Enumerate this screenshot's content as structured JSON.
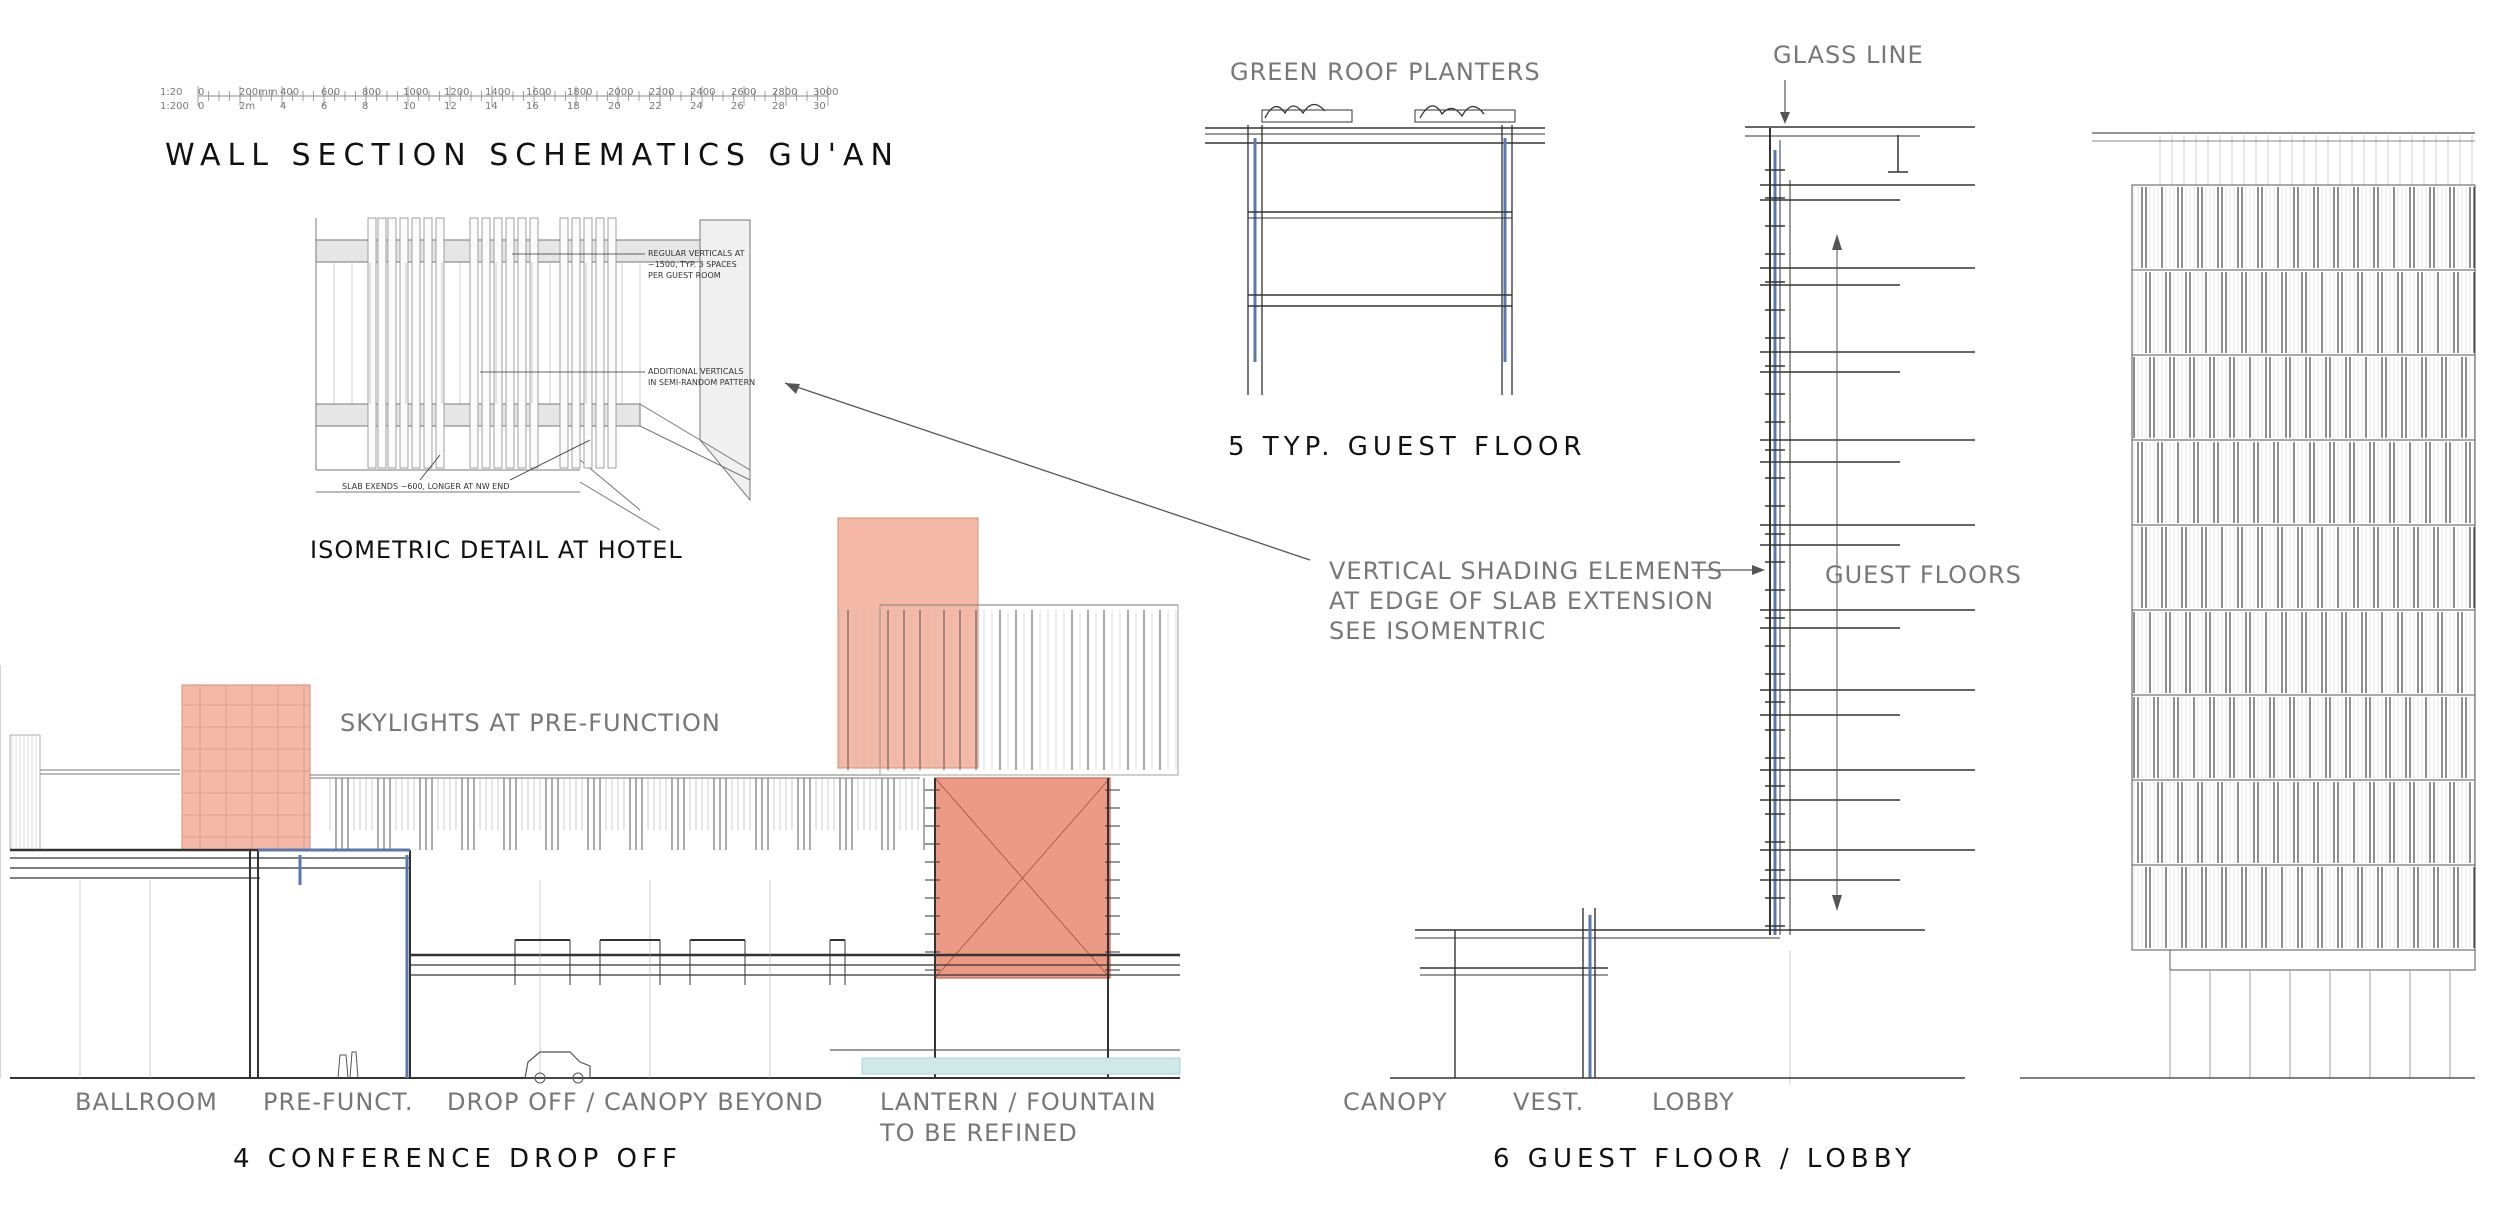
{
  "sheet": {
    "title": "WALL SECTION SCHEMATICS GU'AN",
    "scale_bar": {
      "label_120": "1:20",
      "label_1200": "1:200",
      "ticks_top": [
        "0",
        "200mm",
        "400",
        "600",
        "800",
        "1000",
        "1200",
        "1400",
        "1600",
        "1800",
        "2000",
        "2200",
        "2400",
        "2600",
        "2800",
        "3000"
      ],
      "ticks_bottom": [
        "0",
        "2m",
        "4",
        "6",
        "8",
        "10",
        "12",
        "14",
        "16",
        "18",
        "20",
        "22",
        "24",
        "26",
        "28",
        "30"
      ]
    }
  },
  "isometric": {
    "title": "ISOMETRIC DETAIL AT HOTEL",
    "note_regular": "REGULAR VERTICALS AT\n~1500, TYP. 3 SPACES\nPER GUEST ROOM",
    "note_additional": "ADDITIONAL VERTICALS\nIN SEMI-RANDOM PATTERN",
    "note_slab": "SLAB EXENDS ~600, LONGER AT NW END"
  },
  "section4": {
    "title": "4  CONFERENCE DROP OFF",
    "skylights": "SKYLIGHTS AT PRE-FUNCTION",
    "ballroom": "BALLROOM",
    "prefunct": "PRE-FUNCT.",
    "dropoff": "DROP OFF / CANOPY BEYOND",
    "lantern": "LANTERN / FOUNTAIN\nTO BE REFINED"
  },
  "section5": {
    "title": "5  TYP.  GUEST FLOOR",
    "green_roof": "GREEN ROOF PLANTERS"
  },
  "section6": {
    "title": "6  GUEST FLOOR / LOBBY",
    "glass_line": "GLASS LINE",
    "vertical_shading": "VERTICAL SHADING ELEMENTS\nAT EDGE OF SLAB EXTENSION\nSEE ISOMENTRIC",
    "guest_floors": "GUEST FLOORS",
    "canopy": "CANOPY",
    "vest": "VEST.",
    "lobby": "LOBBY"
  },
  "colors": {
    "line": "#333333",
    "blue": "#5a78b0",
    "pink": "#f3b8a6",
    "pink_dark": "#ec9a86",
    "teal": "#cfe8e8",
    "label": "#777777"
  }
}
